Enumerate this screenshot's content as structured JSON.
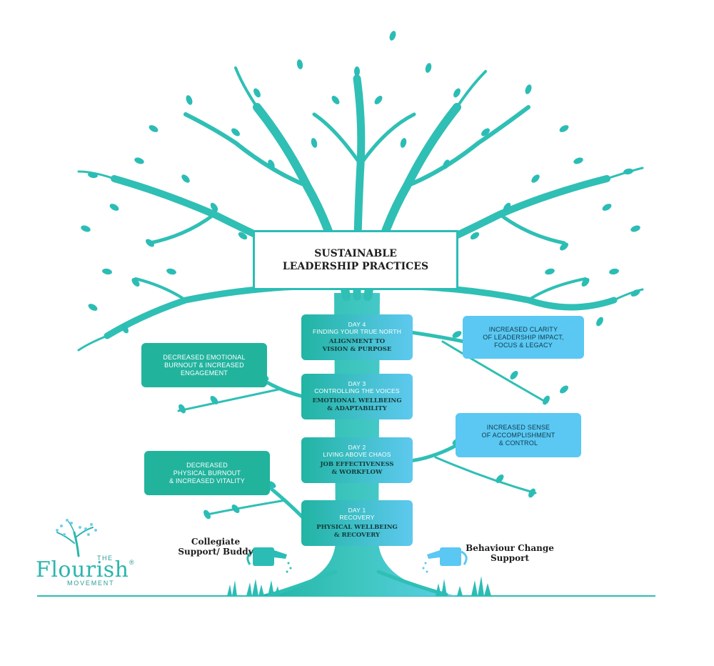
{
  "title": {
    "line1": "SUSTAINABLE",
    "line2": "LEADERSHIP PRACTICES"
  },
  "days": [
    {
      "label": "DAY 4",
      "name": "FINDING YOUR TRUE NORTH",
      "focus1": "ALIGNMENT TO",
      "focus2": "VISION & PURPOSE"
    },
    {
      "label": "DAY 3",
      "name": "CONTROLLING THE VOICES",
      "focus1": "EMOTIONAL WELLBEING",
      "focus2": "& ADAPTABILITY"
    },
    {
      "label": "DAY 2",
      "name": "LIVING ABOVE CHAOS",
      "focus1": "JOB EFFECTIVENESS",
      "focus2": "& WORKFLOW"
    },
    {
      "label": "DAY 1",
      "name": "RECOVERY",
      "focus1": "PHYSICAL WELLBEING",
      "focus2": "& RECOVERY"
    }
  ],
  "outcomes": {
    "day4": {
      "line1": "INCREASED CLARITY",
      "line2": "OF LEADERSHIP IMPACT,",
      "line3": "FOCUS & LEGACY"
    },
    "day3": {
      "line1": "DECREASED EMOTIONAL",
      "line2": "BURNOUT & INCREASED",
      "line3": "ENGAGEMENT"
    },
    "day2": {
      "line1": "INCREASED SENSE",
      "line2": "OF ACCOMPLISHMENT",
      "line3": "& CONTROL"
    },
    "day1": {
      "line1": "DECREASED",
      "line2": "PHYSICAL BURNOUT",
      "line3": "& INCREASED VITALITY"
    }
  },
  "supports": {
    "left": {
      "line1": "Collegiate",
      "line2": "Support/ Buddy"
    },
    "right": {
      "line1": "Behaviour Change",
      "line2": "Support"
    }
  },
  "logo": {
    "the": "THE",
    "brand": "Flourish",
    "reg": "®",
    "movement": "MOVEMENT"
  },
  "colors": {
    "teal": "#2bbdb5",
    "green_box": "#22b39d",
    "blue_box": "#5ac8f2",
    "dark_teal": "#1fa79d"
  }
}
